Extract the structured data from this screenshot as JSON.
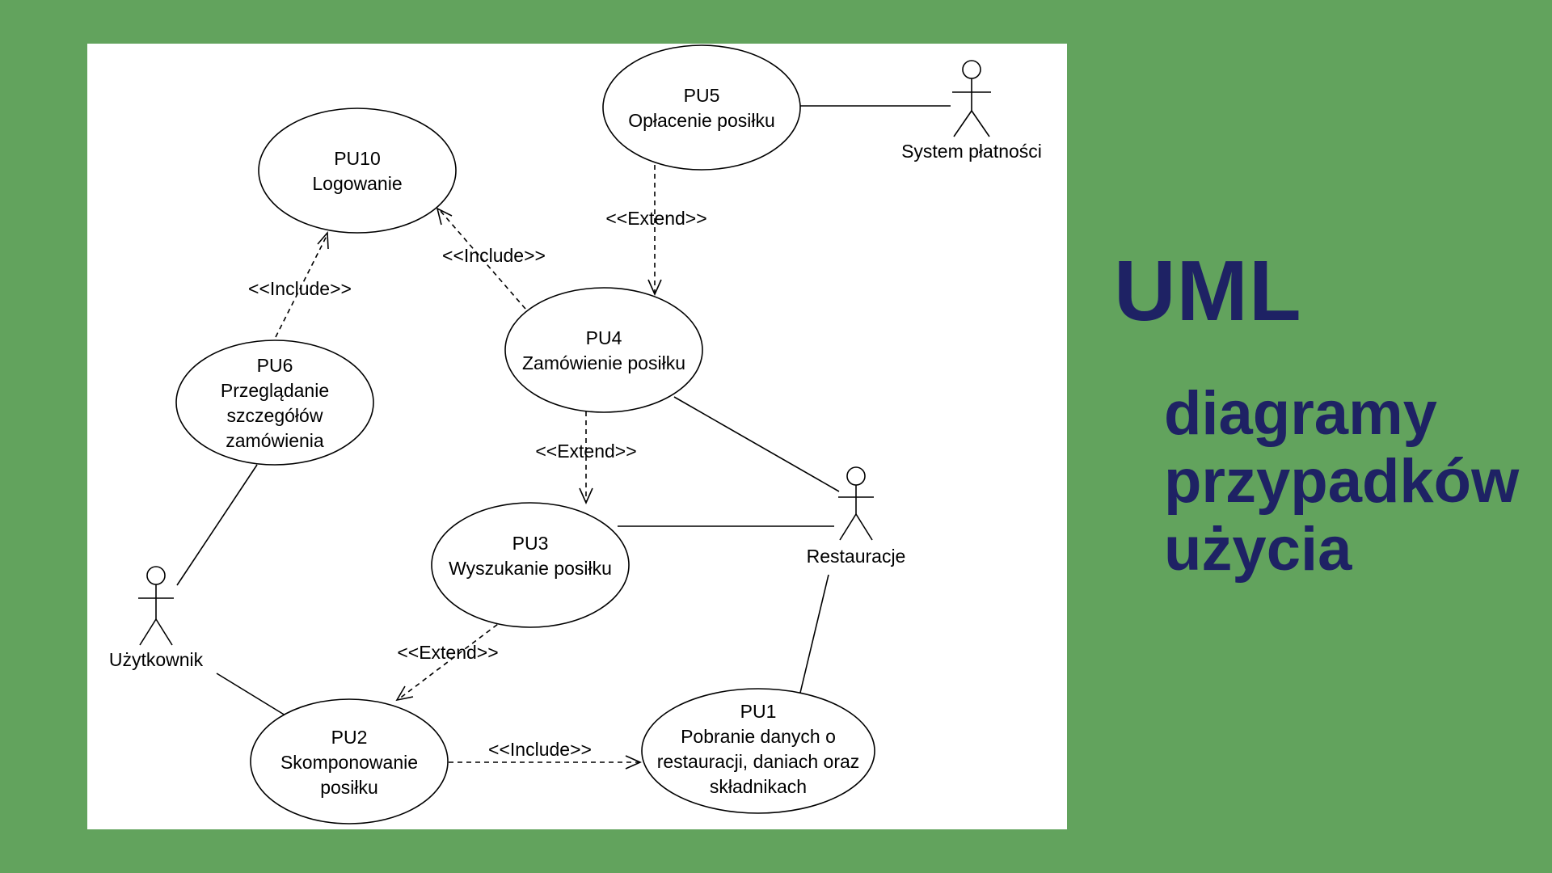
{
  "title": "UML",
  "subtitle_lines": [
    "diagramy",
    "przypadków",
    "użycia"
  ],
  "colors": {
    "background": "#62a35d",
    "panel": "#ffffff",
    "title": "#1e2264"
  },
  "use_cases": {
    "pu10": {
      "lines": [
        "PU10",
        "Logowanie"
      ]
    },
    "pu5": {
      "lines": [
        "PU5",
        "Opłacenie posiłku"
      ]
    },
    "pu4": {
      "lines": [
        "PU4",
        "Zamówienie posiłku"
      ]
    },
    "pu6": {
      "lines": [
        "PU6",
        "Przeglądanie",
        "szczegółów",
        "zamówienia"
      ]
    },
    "pu3": {
      "lines": [
        "PU3",
        "Wyszukanie posiłku"
      ]
    },
    "pu2": {
      "lines": [
        "PU2",
        "Skomponowanie",
        "posiłku"
      ]
    },
    "pu1": {
      "lines": [
        "PU1",
        "Pobranie danych o",
        "restauracji, daniach oraz",
        "składnikach"
      ]
    }
  },
  "actors": {
    "payment": {
      "name": "System płatności"
    },
    "restaurants": {
      "name": "Restauracje"
    },
    "user": {
      "name": "Użytkownik"
    }
  },
  "relations": [
    {
      "id": "pu5-pu4",
      "label": "<<Extend>>"
    },
    {
      "id": "pu4-pu10",
      "label": "<<Include>>"
    },
    {
      "id": "pu6-pu10",
      "label": "<<Include>>"
    },
    {
      "id": "pu4-pu3",
      "label": "<<Extend>>"
    },
    {
      "id": "pu3-pu2",
      "label": "<<Extend>>"
    },
    {
      "id": "pu2-pu1",
      "label": "<<Include>>"
    }
  ]
}
